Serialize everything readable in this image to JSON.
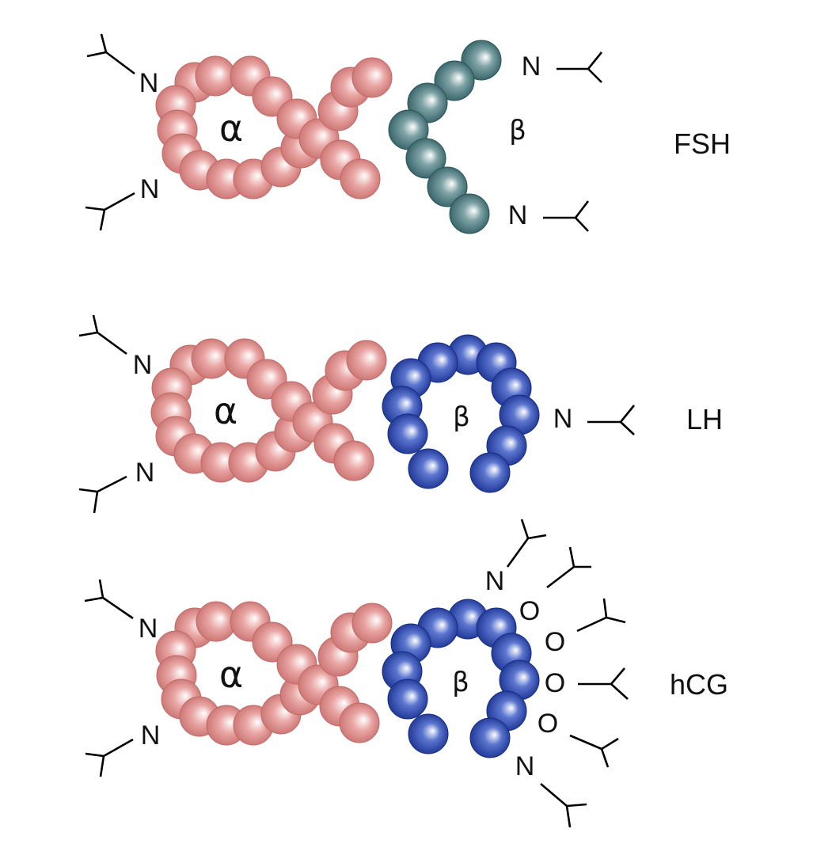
{
  "colors": {
    "alpha": "#d47f7d",
    "fsh_beta": "#3f6f74",
    "lh_beta": "#1f3b9c",
    "hcg_beta": "#1f3b9c"
  },
  "hormones": [
    {
      "name": "FSH",
      "alpha_label": "α",
      "beta_label": "β",
      "alpha_glycans": [
        "N",
        "N"
      ],
      "beta_glycans": [
        "N",
        "N"
      ]
    },
    {
      "name": "LH",
      "alpha_label": "α",
      "beta_label": "β",
      "alpha_glycans": [
        "N",
        "N"
      ],
      "beta_glycans": [
        "N"
      ]
    },
    {
      "name": "hCG",
      "alpha_label": "α",
      "beta_label": "β",
      "alpha_glycans": [
        "N",
        "N"
      ],
      "beta_glycans": [
        "N",
        "O",
        "O",
        "O",
        "O",
        "N"
      ]
    }
  ]
}
